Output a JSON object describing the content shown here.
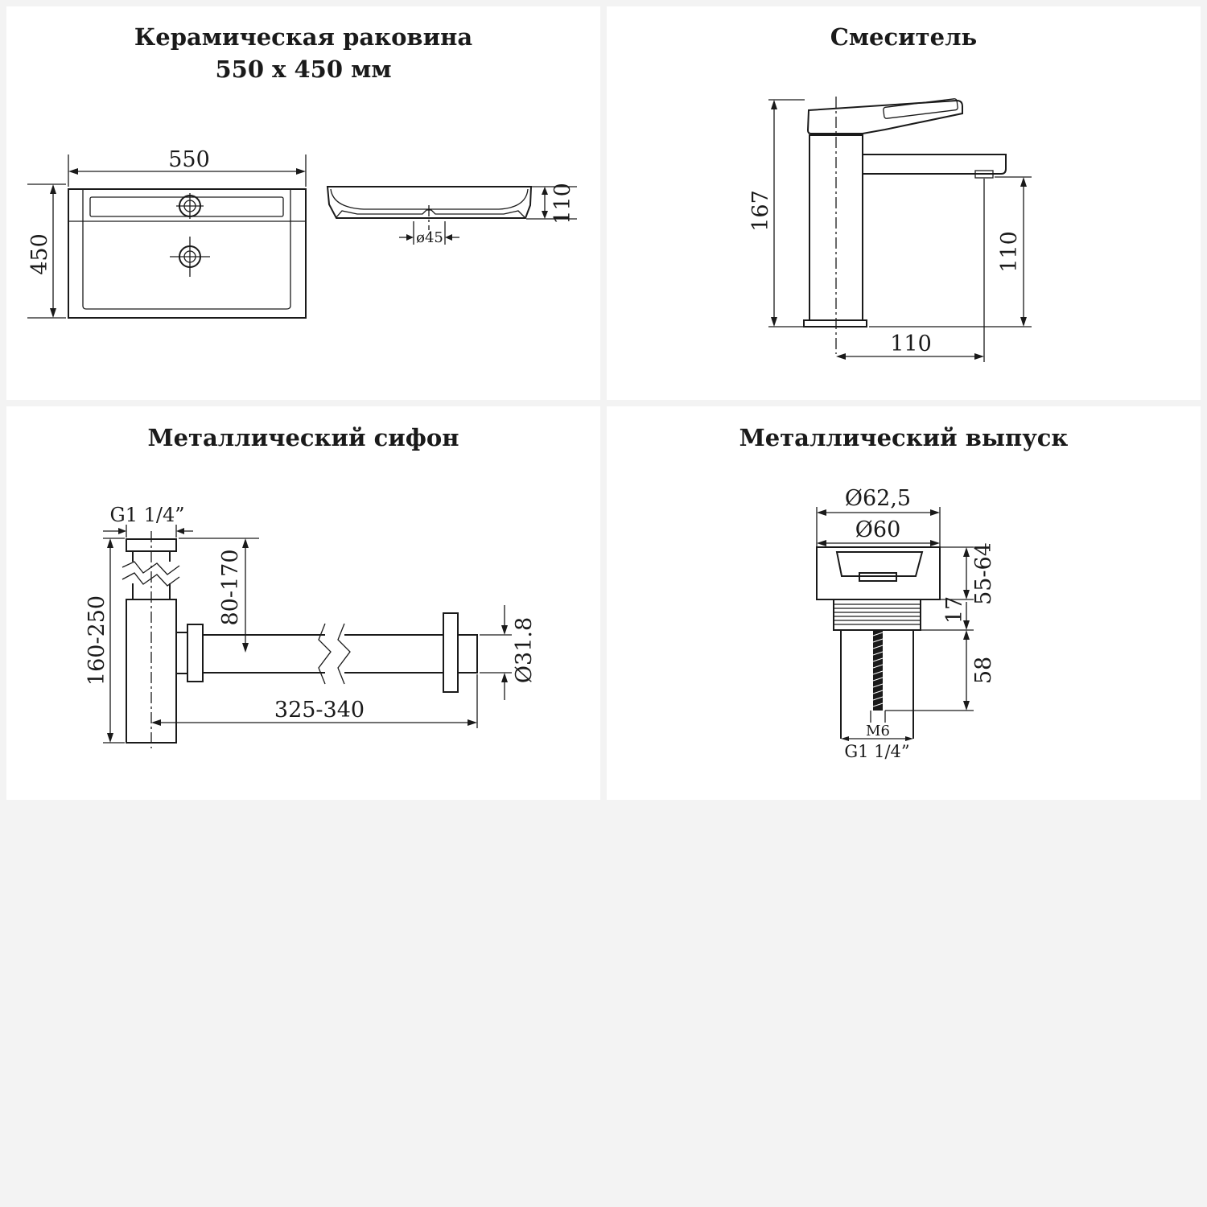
{
  "panels": {
    "sink": {
      "title_line1": "Керамическая раковина",
      "title_line2": "550 х 450 мм",
      "dims": {
        "width": "550",
        "depth": "450",
        "height": "110",
        "drain_diameter": "ø45"
      }
    },
    "mixer": {
      "title": "Смеситель",
      "dims": {
        "total_height": "167",
        "spout_height": "110",
        "spout_reach": "110"
      }
    },
    "siphon": {
      "title": "Металлический сифон",
      "dims": {
        "thread": "G1 1/4”",
        "height_range": "160-250",
        "inlet_range": "80-170",
        "length_range": "325-340",
        "pipe_diameter": "Ø31.8"
      }
    },
    "drain": {
      "title": "Металлический выпуск",
      "dims": {
        "outer_diameter": "Ø62,5",
        "inner_diameter": "Ø60",
        "height_range": "55-64",
        "flange": "17",
        "body_length": "58",
        "screw": "M6",
        "thread": "G1 1/4”"
      }
    }
  }
}
